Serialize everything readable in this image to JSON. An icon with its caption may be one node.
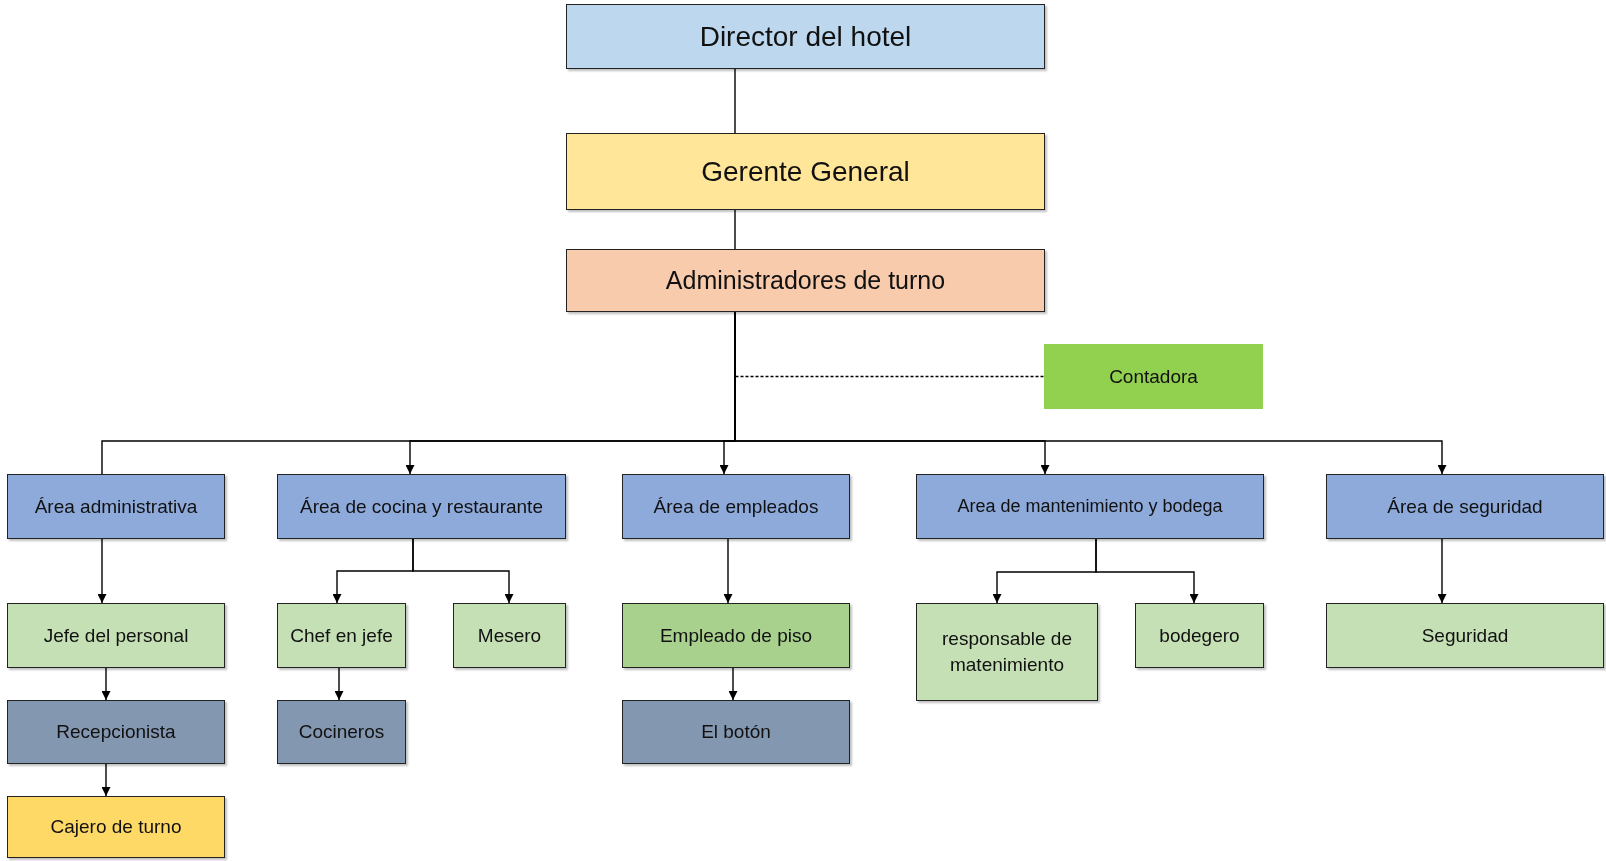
{
  "diagram": {
    "nodes": [
      {
        "text": [
          "Director del hotel"
        ]
      },
      {
        "text": [
          "Gerente General"
        ]
      },
      {
        "text": [
          "Administradores de turno"
        ]
      },
      {
        "text": [
          "Contadora"
        ]
      },
      {
        "text": [
          "Área administrativa"
        ]
      },
      {
        "text": [
          "Área de cocina y restaurante"
        ]
      },
      {
        "text": [
          "Área de empleados"
        ]
      },
      {
        "text": [
          "Area de mantenimiento y bodega"
        ]
      },
      {
        "text": [
          "Área de seguridad"
        ]
      },
      {
        "text": [
          "Jefe del personal"
        ]
      },
      {
        "text": [
          "Chef en jefe"
        ]
      },
      {
        "text": [
          "Mesero"
        ]
      },
      {
        "text": [
          "Empleado de piso"
        ]
      },
      {
        "text": [
          "responsable de matenimiento"
        ]
      },
      {
        "text": [
          "bodegero"
        ]
      },
      {
        "text": [
          "Seguridad"
        ]
      },
      {
        "text": [
          "Recepcionista"
        ]
      },
      {
        "text": [
          "Cocineros"
        ]
      },
      {
        "text": [
          "El botón"
        ]
      },
      {
        "text": [
          "Cajero de turno"
        ]
      }
    ],
    "edges": [
      {
        "from": 0,
        "to": 1,
        "arrow": "none"
      },
      {
        "from": 1,
        "to": 2,
        "arrow": "none"
      },
      {
        "from": 2,
        "to": 3,
        "arrow": "none",
        "style": "dashed"
      },
      {
        "from": 2,
        "to": 4,
        "arrow": "none"
      },
      {
        "from": 2,
        "to": 5,
        "arrow": "to"
      },
      {
        "from": 2,
        "to": 6,
        "arrow": "to"
      },
      {
        "from": 2,
        "to": 7,
        "arrow": "to"
      },
      {
        "from": 2,
        "to": 8,
        "arrow": "to"
      },
      {
        "from": 4,
        "to": 9,
        "arrow": "to"
      },
      {
        "from": 9,
        "to": 16,
        "arrow": "to"
      },
      {
        "from": 16,
        "to": 19,
        "arrow": "to"
      },
      {
        "from": 5,
        "to": 10,
        "arrow": "to"
      },
      {
        "from": 5,
        "to": 11,
        "arrow": "to"
      },
      {
        "from": 10,
        "to": 17,
        "arrow": "to"
      },
      {
        "from": 6,
        "to": 12,
        "arrow": "to"
      },
      {
        "from": 12,
        "to": 18,
        "arrow": "to"
      },
      {
        "from": 7,
        "to": 13,
        "arrow": "to"
      },
      {
        "from": 7,
        "to": 14,
        "arrow": "to"
      },
      {
        "from": 8,
        "to": 15,
        "arrow": "to"
      }
    ]
  }
}
